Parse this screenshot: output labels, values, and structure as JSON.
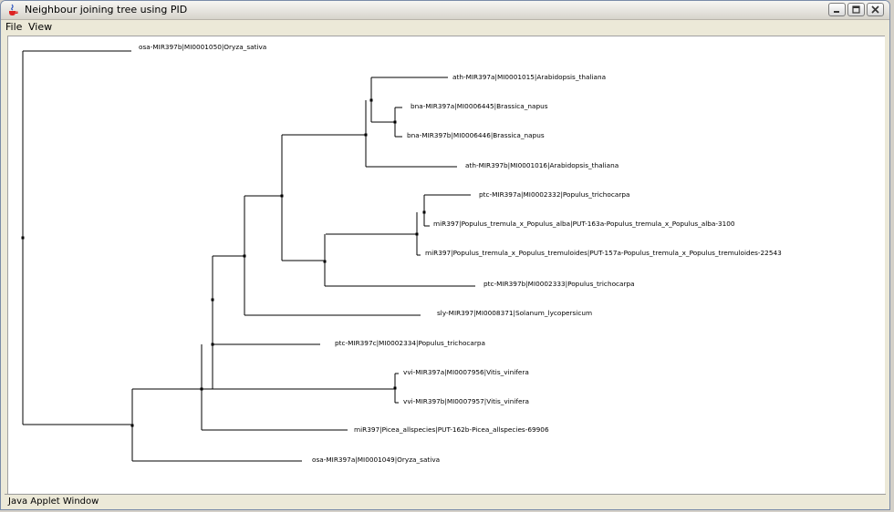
{
  "window": {
    "title": "Neighbour joining tree using PID"
  },
  "menu": {
    "file": "File",
    "view": "View"
  },
  "status": "Java Applet Window",
  "tree_labels": [
    "osa-MIR397b|MI0001050|Oryza_sativa",
    "ath-MIR397a|MI0001015|Arabidopsis_thaliana",
    "bna-MIR397a|MI0006445|Brassica_napus",
    "bna-MIR397b|MI0006446|Brassica_napus",
    "ath-MIR397b|MI0001016|Arabidopsis_thaliana",
    "ptc-MIR397a|MI0002332|Populus_trichocarpa",
    "miR397|Populus_tremula_x_Populus_alba|PUT-163a-Populus_tremula_x_Populus_alba-3100",
    "miR397|Populus_tremula_x_Populus_tremuloides|PUT-157a-Populus_tremula_x_Populus_tremuloides-22543",
    "ptc-MIR397b|MI0002333|Populus_trichocarpa",
    "sly-MIR397|MI0008371|Solanum_lycopersicum",
    "ptc-MIR397c|MI0002334|Populus_trichocarpa",
    "vvi-MIR397a|MI0007956|Vitis_vinifera",
    "vvi-MIR397b|MI0007957|Vitis_vinifera",
    "miR397|Picea_allspecies|PUT-162b-Picea_allspecies-69906",
    "osa-MIR397a|MI0001049|Oryza_sativa"
  ]
}
